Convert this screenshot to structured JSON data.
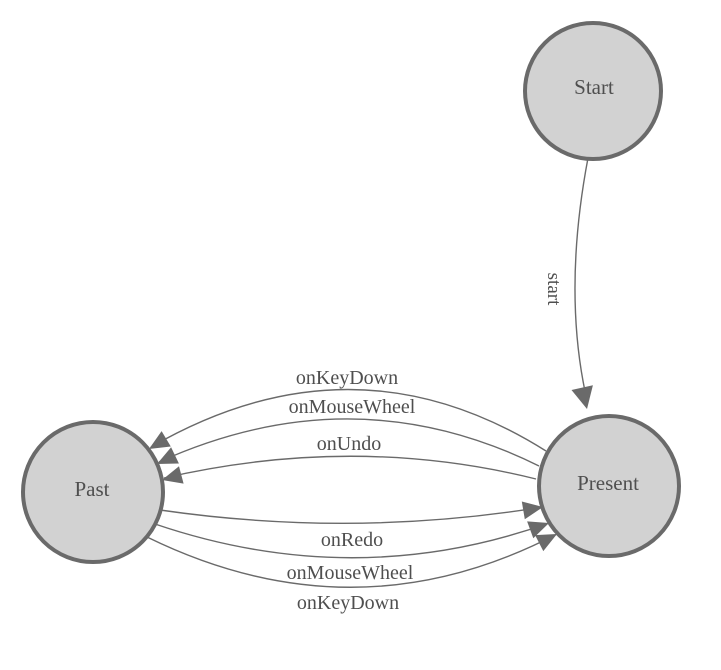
{
  "diagram": {
    "kind": "finite-state-machine",
    "background_color": "#ffffff",
    "colors": {
      "node_fill": "#d2d2d2",
      "node_border": "#6a6a6a",
      "edge_line": "#6a6a6a",
      "arrowhead": "#6a6a6a",
      "label_text": "#4f4f4f"
    },
    "nodes": [
      {
        "id": "start",
        "label": "Start"
      },
      {
        "id": "present",
        "label": "Present"
      },
      {
        "id": "past",
        "label": "Past"
      }
    ],
    "edges": [
      {
        "from": "start",
        "to": "present",
        "label": "start"
      },
      {
        "from": "present",
        "to": "past",
        "label": "onKeyDown"
      },
      {
        "from": "present",
        "to": "past",
        "label": "onMouseWheel"
      },
      {
        "from": "present",
        "to": "past",
        "label": "onUndo"
      },
      {
        "from": "past",
        "to": "present",
        "label": "onRedo"
      },
      {
        "from": "past",
        "to": "present",
        "label": "onMouseWheel"
      },
      {
        "from": "past",
        "to": "present",
        "label": "onKeyDown"
      }
    ]
  }
}
